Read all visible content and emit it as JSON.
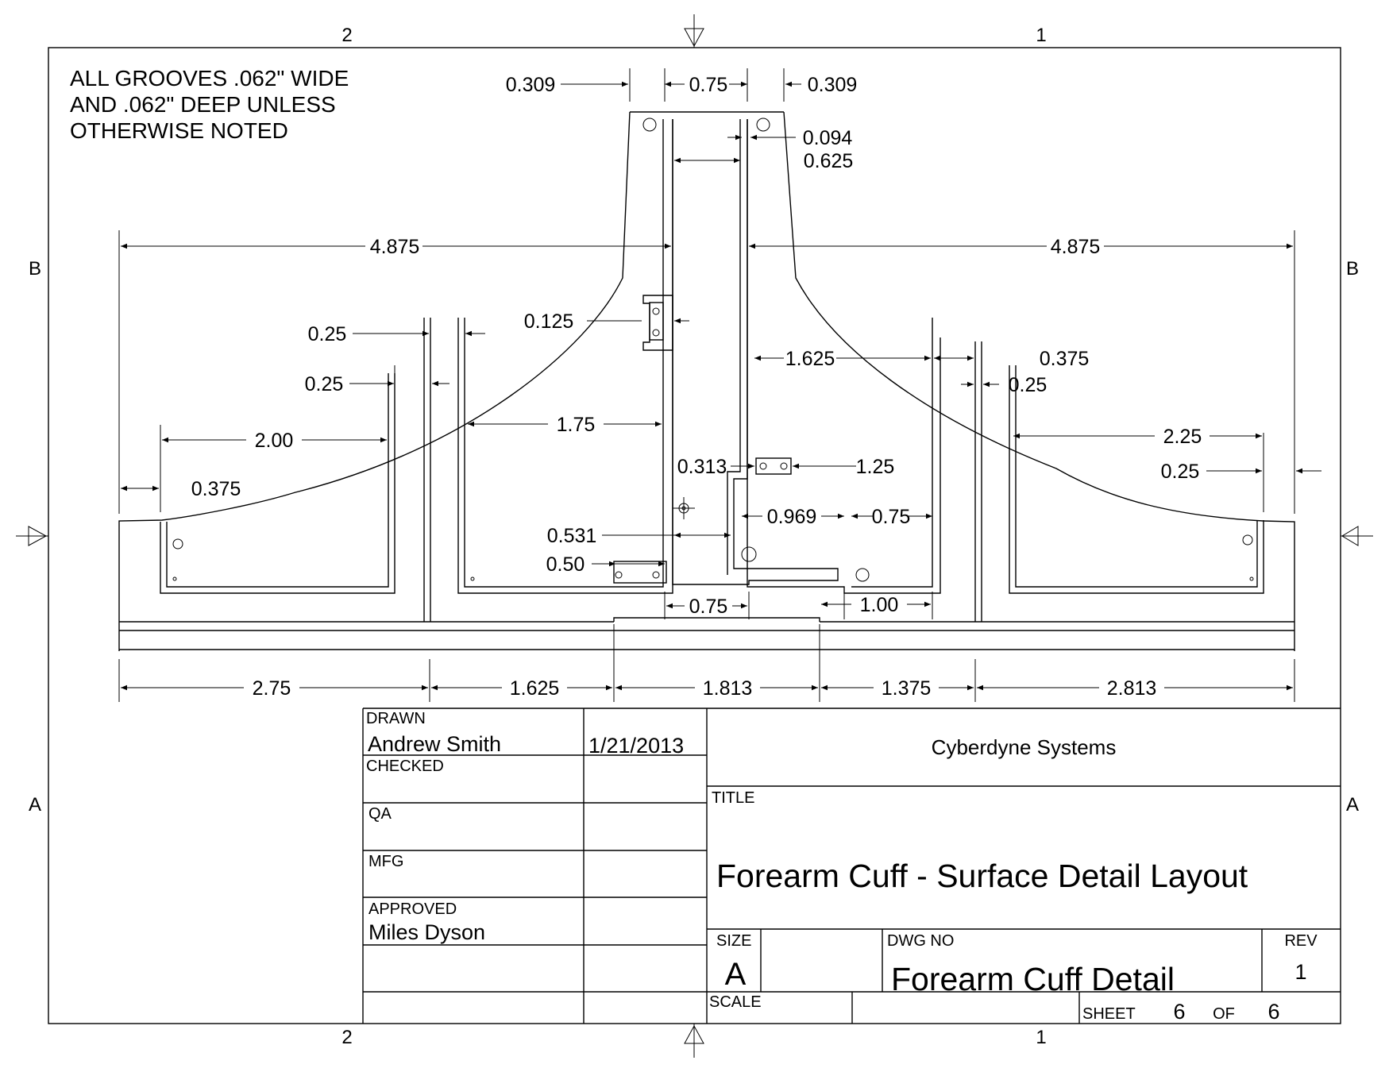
{
  "note": {
    "lines": [
      "ALL GROOVES .062\" WIDE",
      "AND .062\" DEEP UNLESS",
      "OTHERWISE NOTED"
    ]
  },
  "zones": {
    "top_left": "2",
    "top_right": "1",
    "bottom_left": "2",
    "bottom_right": "1",
    "left_upper": "B",
    "right_upper": "B",
    "left_lower": "A",
    "right_lower": "A"
  },
  "dimensions": {
    "top_left_309": "0.309",
    "top_075": "0.75",
    "top_right_309": "0.309",
    "d_094": "0.094",
    "d_0625": "0.625",
    "left_4875": "4.875",
    "right_4875": "4.875",
    "d_0125": "0.125",
    "left_025_a": "0.25",
    "left_025_b": "0.25",
    "d_1625_mid": "1.625",
    "right_0375": "0.375",
    "right_025_a": "0.25",
    "d_200": "2.00",
    "d_175": "1.75",
    "d_225": "2.25",
    "right_025_b": "0.25",
    "d_0313": "0.313",
    "d_125": "1.25",
    "left_0375": "0.375",
    "d_0969": "0.969",
    "d_075_mid": "0.75",
    "d_0531": "0.531",
    "d_050": "0.50",
    "d_075_bottom": "0.75",
    "d_100": "1.00",
    "b_275": "2.75",
    "b_1625": "1.625",
    "b_1813": "1.813",
    "b_1375": "1.375",
    "b_2813": "2.813"
  },
  "title_block": {
    "drawn_label": "DRAWN",
    "drawn_name": "Andrew Smith",
    "drawn_date": "1/21/2013",
    "checked_label": "CHECKED",
    "qa_label": "QA",
    "mfg_label": "MFG",
    "approved_label": "APPROVED",
    "approved_name": "Miles Dyson",
    "company": "Cyberdyne Systems",
    "title_label": "TITLE",
    "title": "Forearm Cuff - Surface Detail Layout",
    "size_label": "SIZE",
    "size": "A",
    "dwg_no_label": "DWG NO",
    "dwg_no": "Forearm Cuff Detail",
    "rev_label": "REV",
    "rev": "1",
    "scale_label": "SCALE",
    "sheet_label": "SHEET",
    "sheet_num": "6",
    "of_label": "OF",
    "sheet_total": "6"
  }
}
